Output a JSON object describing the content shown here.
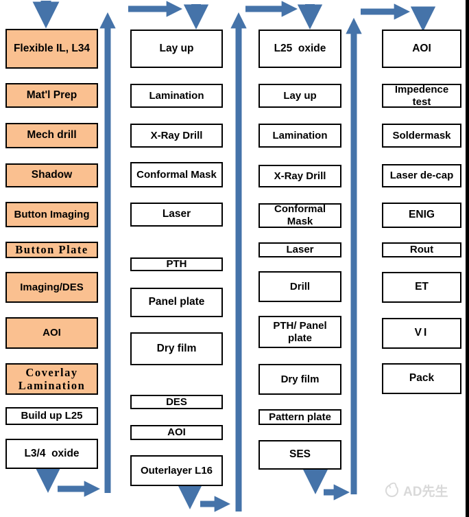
{
  "diagram_title": "PCB process flow chart",
  "colors": {
    "arrow": "#4573a9",
    "box_orange": "#fac090",
    "box_white": "#ffffff",
    "box_border": "#000000",
    "watermark": "#d9d9d9"
  },
  "watermark": {
    "text": "AD先生",
    "icon": "wechat-account-logo"
  },
  "columns": [
    {
      "name": "flex-inner-layer-stage",
      "boxes": [
        {
          "label": "Flexible IL, L34"
        },
        {
          "label": "Mat'l Prep"
        },
        {
          "label": "Mech drill"
        },
        {
          "label": "Shadow"
        },
        {
          "label": "Button Imaging"
        },
        {
          "label": "Button Plate"
        },
        {
          "label": "Imaging/DES"
        },
        {
          "label": "AOI"
        },
        {
          "label": "Coverlay Lamination"
        },
        {
          "label": "Build up L25"
        },
        {
          "label": "L3/4  oxide"
        }
      ]
    },
    {
      "name": "buildup-l25-stage",
      "boxes": [
        {
          "label": "Lay up"
        },
        {
          "label": "Lamination"
        },
        {
          "label": "X-Ray Drill"
        },
        {
          "label": "Conformal Mask"
        },
        {
          "label": "Laser"
        },
        {
          "label": "PTH"
        },
        {
          "label": "Panel plate"
        },
        {
          "label": "Dry film"
        },
        {
          "label": "DES"
        },
        {
          "label": "AOI"
        },
        {
          "label": "Outerlayer L16"
        }
      ]
    },
    {
      "name": "outerlayer-l16-stage",
      "boxes": [
        {
          "label": "L25  oxide"
        },
        {
          "label": "Lay up"
        },
        {
          "label": "Lamination"
        },
        {
          "label": "X-Ray Drill"
        },
        {
          "label": "Conformal Mask"
        },
        {
          "label": "Laser"
        },
        {
          "label": "Drill"
        },
        {
          "label": "PTH/ Panel plate"
        },
        {
          "label": "Dry film"
        },
        {
          "label": "Pattern plate"
        },
        {
          "label": "SES"
        }
      ]
    },
    {
      "name": "finishing-stage",
      "boxes": [
        {
          "label": "AOI"
        },
        {
          "label": "Impedence test"
        },
        {
          "label": "Soldermask"
        },
        {
          "label": "Laser de-cap"
        },
        {
          "label": "ENIG"
        },
        {
          "label": "Rout"
        },
        {
          "label": "ET"
        },
        {
          "label": "VI"
        },
        {
          "label": "Pack"
        }
      ]
    }
  ]
}
